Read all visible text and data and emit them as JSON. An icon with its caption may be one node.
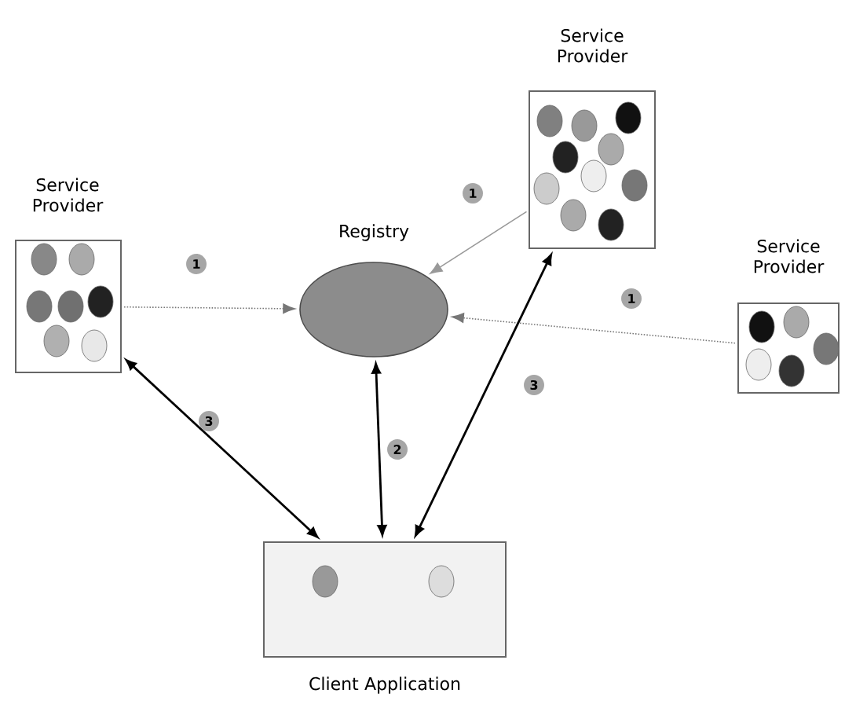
{
  "diagram": {
    "nodes": [
      {
        "text": [
          "Service Provider"
        ]
      },
      {
        "text": [
          "Registry"
        ]
      },
      {
        "text": [
          "Service Provider"
        ]
      },
      {
        "text": [
          "Service Provider"
        ]
      },
      {
        "text": [
          "Client Application"
        ]
      }
    ],
    "edges": [
      {
        "from": 0,
        "to": 1,
        "arrow": "to",
        "label": "1",
        "style": "dashed",
        "color": "#777777"
      },
      {
        "from": 2,
        "to": 1,
        "arrow": "to",
        "label": "1",
        "color": "#999999"
      },
      {
        "from": 3,
        "to": 1,
        "arrow": "to",
        "label": "1",
        "style": "dashed",
        "color": "#777777"
      },
      {
        "from": 1,
        "to": 4,
        "arrow": "both",
        "label": "2"
      },
      {
        "from": 0,
        "to": 4,
        "arrow": "both",
        "label": "3"
      },
      {
        "from": 2,
        "to": 4,
        "arrow": "both",
        "label": "3"
      }
    ]
  }
}
